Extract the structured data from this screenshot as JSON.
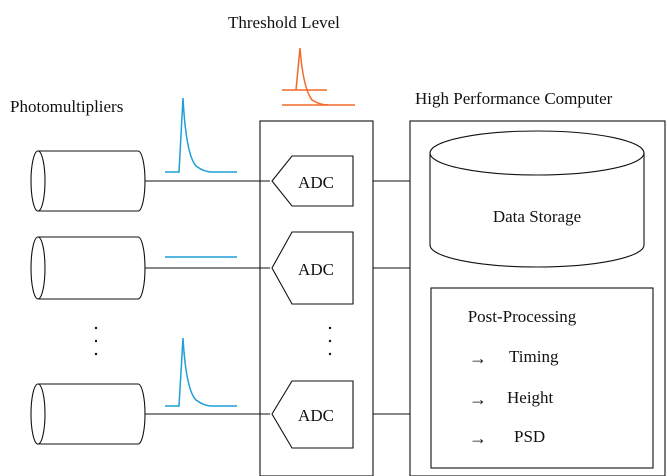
{
  "labels": {
    "threshold": "Threshold Level",
    "photomultipliers": "Photomultipliers",
    "hpc": "High Performance Computer",
    "adc": [
      "ADC",
      "ADC",
      "ADC"
    ],
    "data_storage": "Data Storage",
    "post_processing": "Post-Processing",
    "post_items": [
      "Timing",
      "Height",
      "PSD"
    ],
    "arrow": "→"
  },
  "colors": {
    "pulse": "#1f9ed8",
    "threshold": "#f26a2a",
    "line": "#111111"
  }
}
